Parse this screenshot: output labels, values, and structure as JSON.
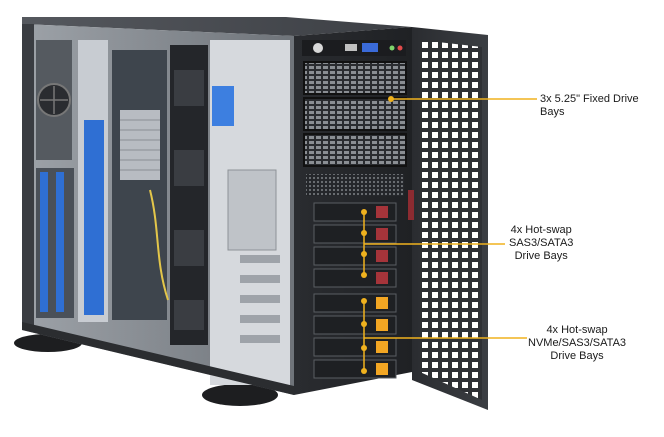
{
  "colors": {
    "chassis_dark": "#2b2d30",
    "chassis_mid": "#4a4d52",
    "metal_light": "#c9ccd0",
    "accent_blue": "#2f6fd3",
    "drive_orange": "#f2a623",
    "drive_red": "#a5343a",
    "leader_line": "#f0b21e",
    "background": "#ffffff"
  },
  "callouts": [
    {
      "lines": [
        "3x 5.25\" Fixed Drive",
        "Bays"
      ]
    },
    {
      "lines": [
        "4x Hot-swap",
        "SAS3/SATA3",
        "Drive Bays"
      ]
    },
    {
      "lines": [
        "4x Hot-swap",
        "NVMe/SAS3/SATA3",
        "Drive Bays"
      ]
    }
  ],
  "drive_bays": {
    "fixed_525": 3,
    "hotswap_sas_sata": 4,
    "hotswap_nvme_sas_sata": 4
  }
}
